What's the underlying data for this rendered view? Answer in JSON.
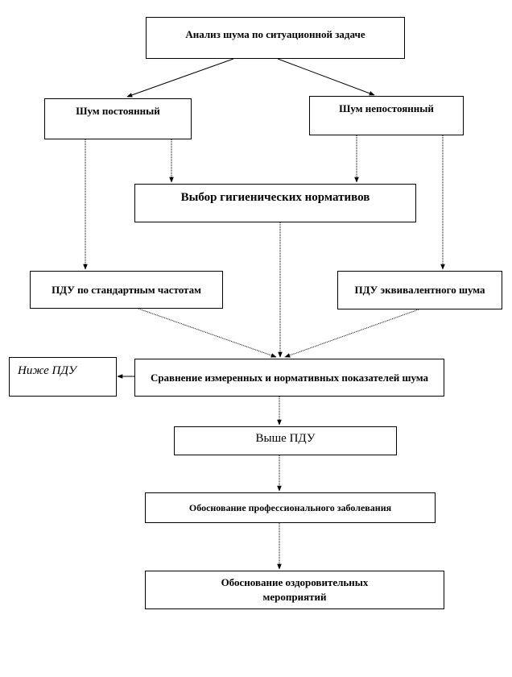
{
  "nodes": {
    "analysis": "Анализ шума по ситуационной задаче",
    "constant": "Шум постоянный",
    "nonconstant": "Шум непостоянный",
    "norms": "Выбор гигиенических нормативов",
    "pdu_standard": "ПДУ по стандартным частотам",
    "pdu_equivalent": "ПДУ эквивалентного шума",
    "comparison": "Сравнение измеренных и нормативных показателей шума",
    "below": "Ниже ПДУ",
    "above": "Выше ПДУ",
    "occupational": "Обоснование профессионального заболевания",
    "health": "Обоснование оздоровительных мероприятий"
  },
  "colors": {
    "stroke": "#000000",
    "background": "#ffffff"
  }
}
